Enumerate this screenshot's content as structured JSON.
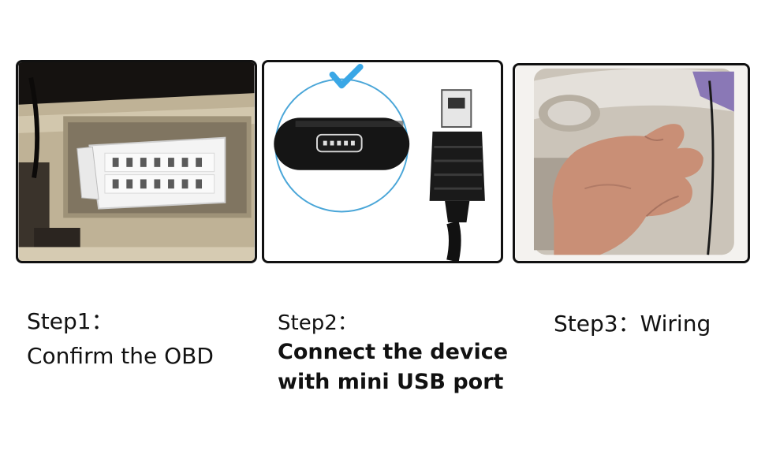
{
  "steps": [
    {
      "label": "Step1：",
      "description": "Confirm the OBD"
    },
    {
      "label": "Step2：",
      "description_line1": "Connect the device",
      "description_line2": "with mini USB port"
    },
    {
      "label": "Step3：Wiring"
    }
  ],
  "colors": {
    "border": "#111111",
    "obd_connector": "#f3f3f3",
    "dash_panel": "#b9ab8e",
    "cable": "#111111",
    "check_mark": "#3aa7e6",
    "interior_bg": "#cfc7bb",
    "skin": "#c98f76",
    "accent_purple": "#8a78b6"
  }
}
